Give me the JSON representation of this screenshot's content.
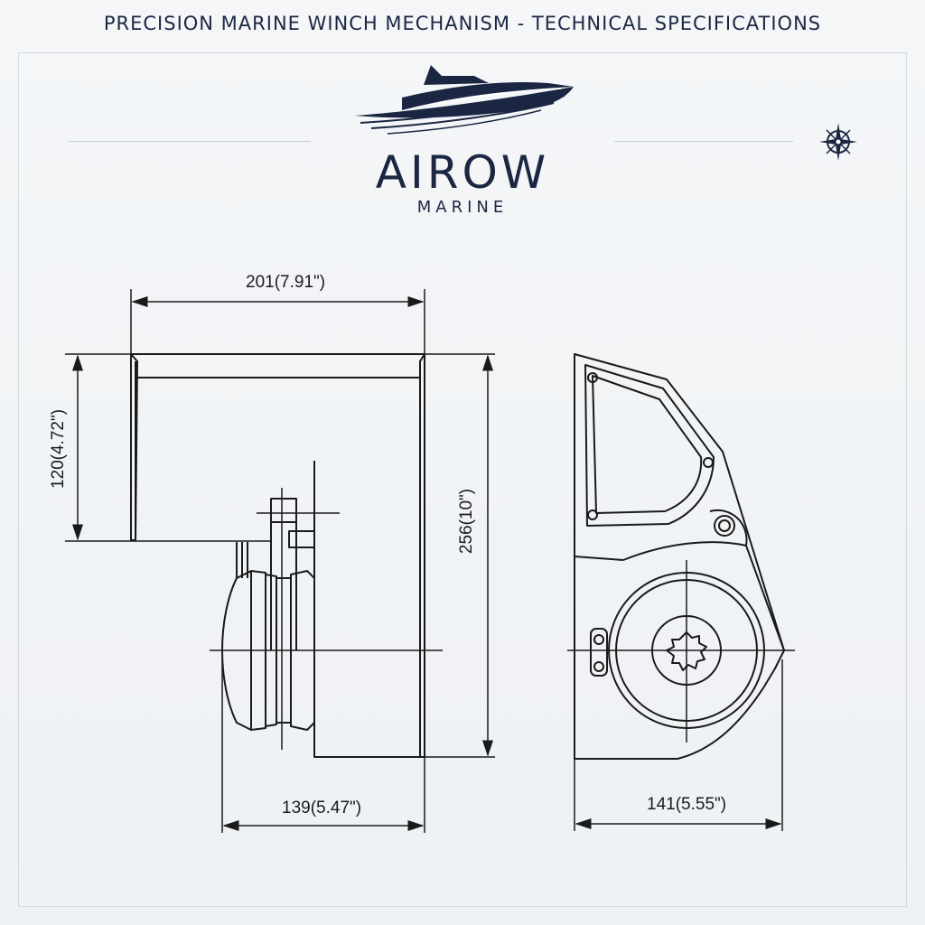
{
  "header": {
    "title": "PRECISION MARINE WINCH MECHANISM - TECHNICAL SPECIFICATIONS"
  },
  "brand": {
    "name": "AIROW",
    "subtitle": "MARINE",
    "logo_icon": "speedboat-logo-icon",
    "compass_icon": "compass-rose-icon",
    "color": "#1b2742"
  },
  "dimensions": {
    "side_width": "201(7.91\")",
    "drum_height": "120(4.72\")",
    "total_height": "256(10\")",
    "base_width": "139(5.47\")",
    "front_width": "141(5.55\")"
  }
}
